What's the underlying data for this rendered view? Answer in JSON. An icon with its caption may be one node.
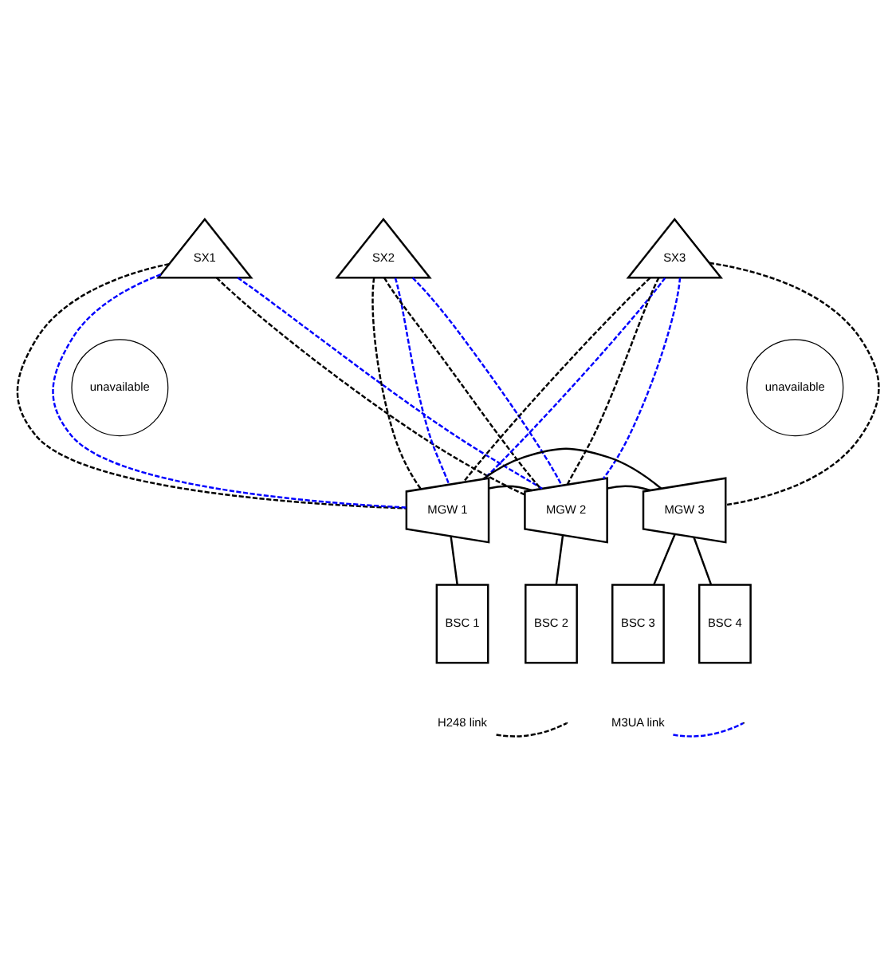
{
  "diagram": {
    "nodes": [
      {
        "text": [
          "SX1"
        ]
      },
      {
        "text": [
          "SX2"
        ]
      },
      {
        "text": [
          "SX3"
        ]
      },
      {
        "text": [
          "unavailable"
        ]
      },
      {
        "text": [
          "unavailable"
        ]
      },
      {
        "text": [
          "MGW 1"
        ]
      },
      {
        "text": [
          "MGW 2"
        ]
      },
      {
        "text": [
          "MGW 3"
        ]
      },
      {
        "text": [
          "BSC 1"
        ]
      },
      {
        "text": [
          "BSC 2"
        ]
      },
      {
        "text": [
          "BSC 3"
        ]
      },
      {
        "text": [
          "BSC 4"
        ]
      }
    ],
    "edges": [
      {
        "from": 0,
        "to": 5,
        "arrow": "none",
        "style": "dashed"
      },
      {
        "from": 0,
        "to": 5,
        "arrow": "none",
        "style": "dashed",
        "color": "#0000ff"
      },
      {
        "from": 0,
        "to": 6,
        "arrow": "none",
        "style": "dashed"
      },
      {
        "from": 0,
        "to": 6,
        "arrow": "none",
        "style": "dashed",
        "color": "#0000ff"
      },
      {
        "from": 1,
        "to": 5,
        "arrow": "none",
        "style": "dashed"
      },
      {
        "from": 1,
        "to": 5,
        "arrow": "none",
        "style": "dashed",
        "color": "#0000ff"
      },
      {
        "from": 1,
        "to": 6,
        "arrow": "none",
        "style": "dashed"
      },
      {
        "from": 1,
        "to": 6,
        "arrow": "none",
        "style": "dashed",
        "color": "#0000ff"
      },
      {
        "from": 2,
        "to": 5,
        "arrow": "none",
        "style": "dashed"
      },
      {
        "from": 2,
        "to": 5,
        "arrow": "none",
        "style": "dashed",
        "color": "#0000ff"
      },
      {
        "from": 2,
        "to": 6,
        "arrow": "none",
        "style": "dashed"
      },
      {
        "from": 2,
        "to": 6,
        "arrow": "none",
        "style": "dashed",
        "color": "#0000ff"
      },
      {
        "from": 2,
        "to": 7,
        "arrow": "none",
        "style": "dashed"
      },
      {
        "from": 5,
        "to": 6,
        "arrow": "none"
      },
      {
        "from": 6,
        "to": 7,
        "arrow": "none"
      },
      {
        "from": 5,
        "to": 7,
        "arrow": "none"
      },
      {
        "from": 5,
        "to": 8,
        "arrow": "none"
      },
      {
        "from": 6,
        "to": 9,
        "arrow": "none"
      },
      {
        "from": 7,
        "to": 10,
        "arrow": "none"
      },
      {
        "from": 7,
        "to": 11,
        "arrow": "none"
      }
    ],
    "legend": [
      {
        "text": "H248 link"
      },
      {
        "text": "M3UA link"
      }
    ]
  }
}
